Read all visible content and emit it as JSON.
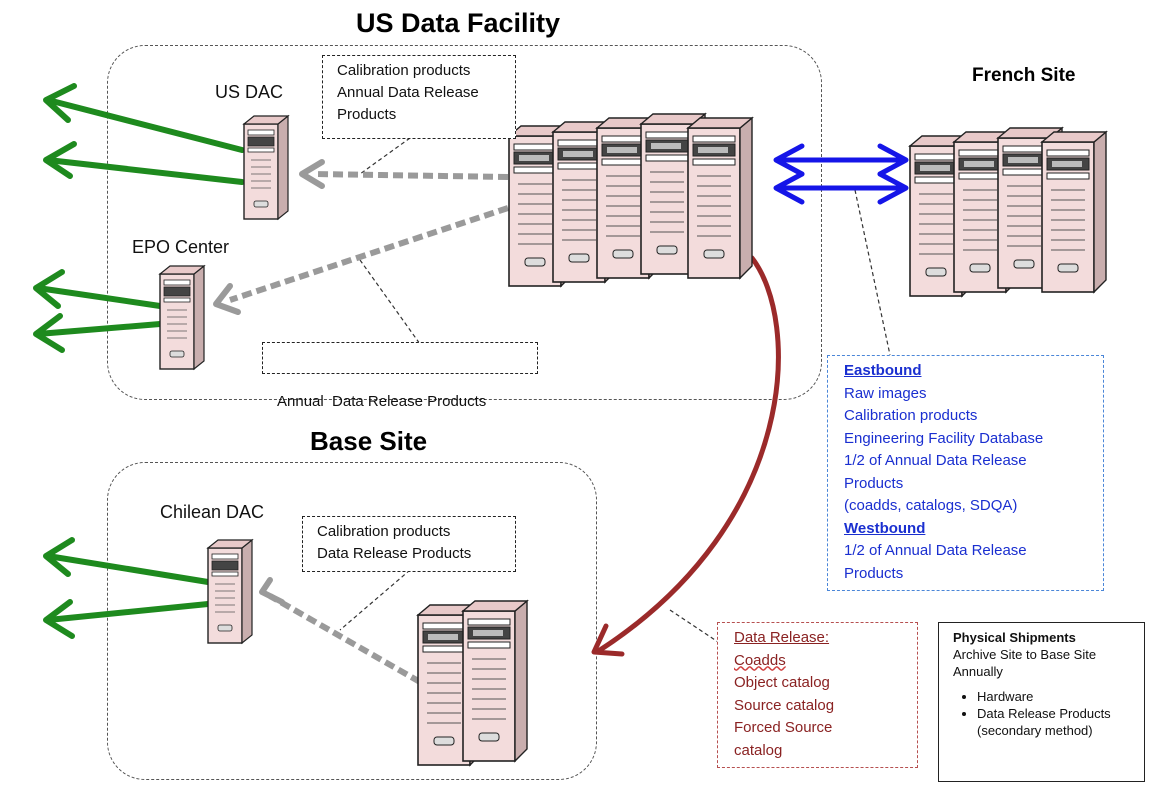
{
  "regions": {
    "us_data_facility": "US Data Facility",
    "base_site": "Base Site",
    "french_site": "French Site"
  },
  "nodes": {
    "us_dac": "US DAC",
    "epo_center": "EPO Center",
    "chilean_dac": "Chilean DAC"
  },
  "callouts": {
    "us_dac_products": [
      "Calibration products",
      "Annual Data Release",
      "Products"
    ],
    "epo_products": "Annual  Data Release Products",
    "chilean_products": [
      "Calibration products",
      "Data Release Products"
    ]
  },
  "transfer_box": {
    "eastbound_heading": "Eastbound",
    "eastbound_items": [
      "Raw images",
      "Calibration products",
      "Engineering Facility Database",
      "1/2 of Annual Data Release",
      "Products",
      "(coadds, catalogs, SDQA)"
    ],
    "westbound_heading": "Westbound",
    "westbound_items": [
      "1/2 of Annual Data Release",
      "Products"
    ]
  },
  "data_release_box": {
    "heading": "Data Release:",
    "items": [
      "Coadds",
      "Object catalog",
      "Source catalog",
      "Forced Source",
      "catalog"
    ]
  },
  "shipments_box": {
    "heading": "Physical Shipments",
    "lines": [
      "Archive Site to Base Site",
      "Annually"
    ],
    "bullets": [
      "Hardware",
      "Data Release Products (secondary method)"
    ]
  },
  "colors": {
    "outbound_arrow": "#1e8a1e",
    "transfer_arrow": "#1515e8",
    "shipment_arrow": "#9b2a2a",
    "distribution_arrow": "#9a9a9a",
    "server_body": "#f3dcdc",
    "eastbound_text": "#1a2fd0",
    "data_release_text": "#8a2222"
  },
  "icons": {
    "server": "server-rack-icon",
    "outbound": "arrow-outbound-icon"
  }
}
